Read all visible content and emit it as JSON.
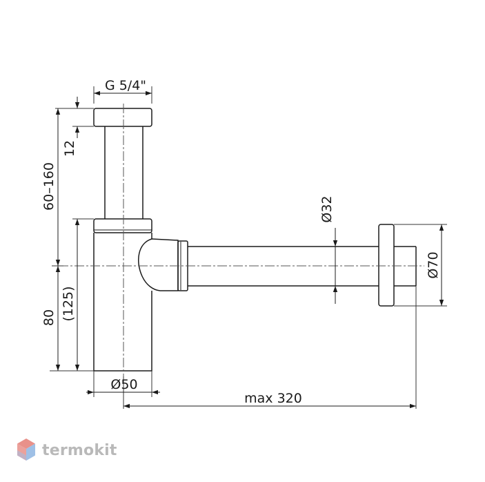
{
  "drawing": {
    "dimensions": {
      "thread": "G 5/4\"",
      "flange_height": "12",
      "upper_range": "60–160",
      "lower_height": "80",
      "lower_height_alt": "(125)",
      "body_diameter": "Ø50",
      "pipe_diameter": "Ø32",
      "wall_flange_diameter": "Ø70",
      "max_length": "max 320"
    }
  },
  "watermark": {
    "brand": "termokit",
    "logo_colors": [
      "#e8918a",
      "#9fc0e6"
    ]
  }
}
